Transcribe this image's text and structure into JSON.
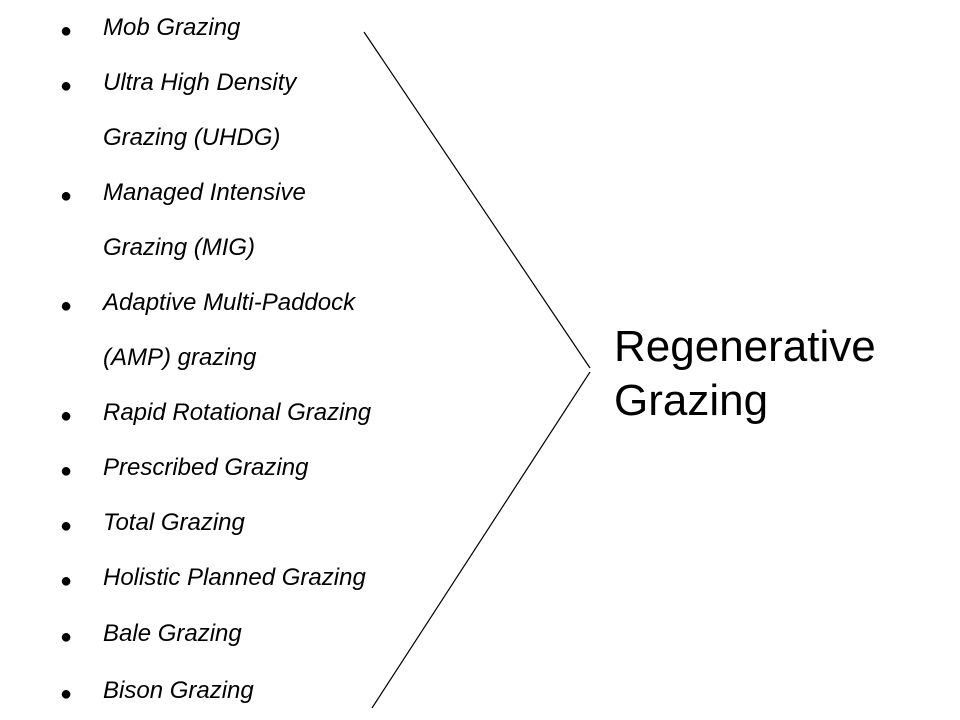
{
  "items": [
    {
      "bullet": "●",
      "lines": [
        "Mob Grazing"
      ]
    },
    {
      "bullet": "●",
      "lines": [
        "Ultra High Density",
        "Grazing (UHDG)"
      ]
    },
    {
      "bullet": "●",
      "lines": [
        "Managed Intensive",
        "Grazing (MIG)"
      ]
    },
    {
      "bullet": "●",
      "lines": [
        "Adaptive Multi-Paddock",
        "(AMP) grazing"
      ]
    },
    {
      "bullet": "●",
      "lines": [
        "Rapid Rotational Grazing"
      ]
    },
    {
      "bullet": "●",
      "lines": [
        "Prescribed Grazing"
      ]
    },
    {
      "bullet": "●",
      "lines": [
        "Total Grazing"
      ]
    },
    {
      "bullet": "●",
      "lines": [
        "Holistic Planned Grazing"
      ]
    },
    {
      "bullet": "●",
      "lines": [
        "Bale Grazing"
      ]
    },
    {
      "bullet": "●",
      "lines": [
        "Bison Grazing"
      ]
    }
  ],
  "target": {
    "line1": "Regenerative",
    "line2": "Grazing"
  }
}
